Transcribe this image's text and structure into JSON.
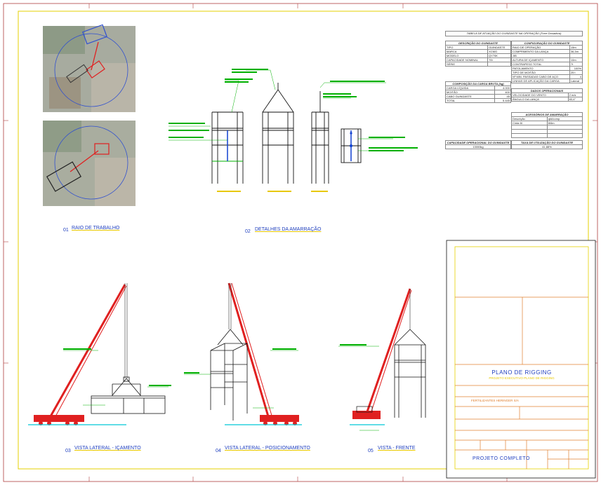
{
  "sheet": {
    "border_color": "#e6d200",
    "frame_color": "#b04040"
  },
  "views": {
    "v01": {
      "num": "01",
      "title": "RAIO DE TRABALHO"
    },
    "v02": {
      "num": "02",
      "title": "DETALHES DA AMARRAÇÃO"
    },
    "v03": {
      "num": "03",
      "title": "VISTA LATERAL - IÇAMENTO"
    },
    "v04": {
      "num": "04",
      "title": "VISTA LATERAL - POSICIONAMENTO"
    },
    "v05": {
      "num": "05",
      "title": "VISTA - FRENTE"
    }
  },
  "tables": {
    "main_caption": "TABELA DE ATUAÇÃO DO GUINDASTE NA OPERAÇÃO (Torre Dosadora)",
    "crane": {
      "header": "DESCRIÇÃO DO GUINDASTE",
      "rows": [
        [
          "TIPO",
          "GUINDASTE"
        ],
        [
          "MARCA",
          "XCMG"
        ],
        [
          "MODELO",
          "QY70K"
        ],
        [
          "CAPACIDADE NOMINAL",
          "70t"
        ],
        [
          "SÉRIE",
          ""
        ]
      ]
    },
    "config": {
      "header": "CONFIGURAÇÃO DO GUINDASTE",
      "rows": [
        [
          "RAIO DE OPERAÇÃO",
          "15m"
        ],
        [
          "COMPRIMENTO DA LANÇA",
          "36,3m"
        ],
        [
          "JIB",
          ""
        ],
        [
          "ALTURA DE IÇAMENTO",
          "10m"
        ],
        [
          "CONTRAPESO TOTAL",
          "7t"
        ],
        [
          "PATOLAMENTO",
          "100%"
        ],
        [
          "TIPO DE MOITÃO",
          "25 t"
        ],
        [
          "Nº MIN. PASSADAS CABO DE AÇO",
          "4"
        ],
        [
          "LINHAS DE APLICAÇÃO DA CARGA",
          "Lateral"
        ]
      ]
    },
    "load": {
      "header": "COMPOSIÇÃO DA CARGA BRUTA (kg)",
      "rows": [
        [
          "CARGA LÍQUIDA",
          "4.000"
        ],
        [
          "MOITÃO",
          "400"
        ],
        [
          "CABO GUINDASTE",
          "45"
        ],
        [
          "TOTAL",
          "5.445"
        ]
      ]
    },
    "ops": {
      "header": "DADOS OPERACIONAIS",
      "rows": [
        [
          "VELOCIDADE DO VENTO",
          "2 m/s"
        ],
        [
          "ÂNGULO DA LANÇA",
          "83,4°"
        ]
      ]
    },
    "acc": {
      "header": "ACESSÓRIOS DE AMARRAÇÃO",
      "cols": [
        "Descrição",
        "qtd/comp."
      ],
      "rows": [
        [
          "Cinta 6t",
          "8/6m"
        ],
        [
          "",
          ""
        ],
        [
          "",
          ""
        ],
        [
          "",
          ""
        ]
      ]
    },
    "capacity": {
      "header": "CAPACIDADE OPERACIONAL DO GUINDASTE",
      "value": "13000kg"
    },
    "usage": {
      "header": "TAXA DE UTILIZAÇÃO DO GUINDASTE",
      "value": "41,88%"
    }
  },
  "title_block": {
    "title": "PLANO DE RIGGING",
    "subtitle": "PROJETO EXECUTIVO PLANO DE RIGGING",
    "client": "FERTILIZANTES HERINGER S/A",
    "footer": "PROJETO COMPLETO"
  }
}
